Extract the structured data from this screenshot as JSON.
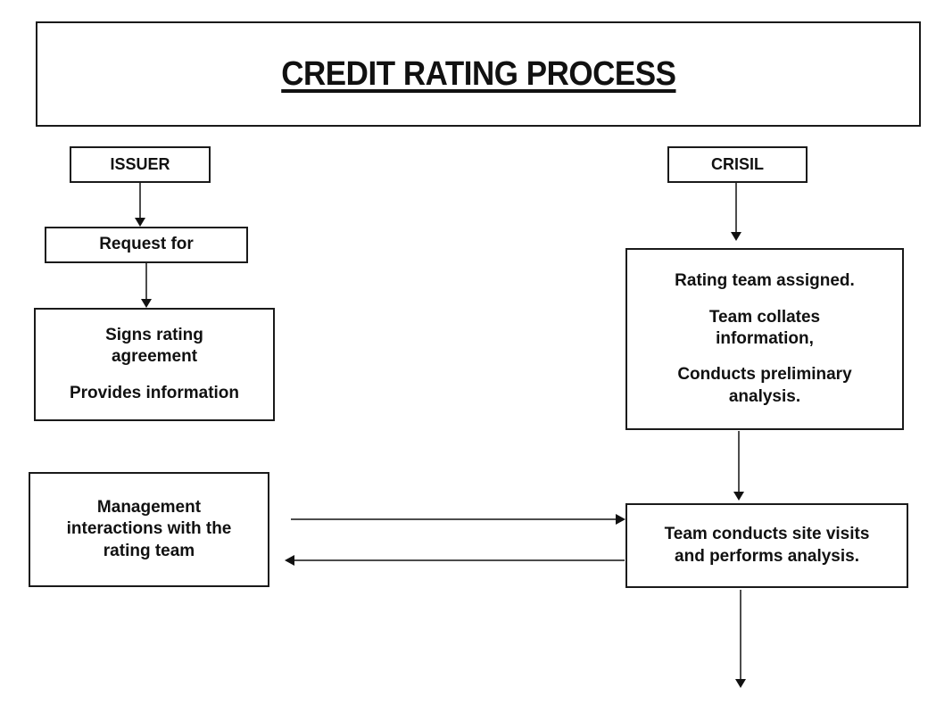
{
  "diagram": {
    "title": "CREDIT RATING PROCESS",
    "nodes": {
      "issuer": {
        "label": "ISSUER"
      },
      "request": {
        "label": "Request for"
      },
      "signs": {
        "line1": "Signs rating",
        "line2": "agreement",
        "line3": "Provides information"
      },
      "management": {
        "line1": "Management",
        "line2": "interactions with the",
        "line3": "rating team"
      },
      "crisil": {
        "label": "CRISIL"
      },
      "rating_team": {
        "line1": "Rating team assigned.",
        "line2": "Team collates",
        "line3": "information,",
        "line4": "Conducts preliminary",
        "line5": "analysis."
      },
      "site_visits": {
        "line1": "Team conducts site visits",
        "line2": "and performs analysis."
      }
    },
    "connectors": [
      {
        "name": "issuer-to-request",
        "from": "issuer",
        "to": "request",
        "direction": "down"
      },
      {
        "name": "request-to-signs",
        "from": "request",
        "to": "signs",
        "direction": "down"
      },
      {
        "name": "crisil-to-rating-team",
        "from": "crisil",
        "to": "rating_team",
        "direction": "down"
      },
      {
        "name": "rating-team-to-site-visits",
        "from": "rating_team",
        "to": "site_visits",
        "direction": "down"
      },
      {
        "name": "management-to-site-visits",
        "from": "management",
        "to": "site_visits",
        "direction": "right"
      },
      {
        "name": "site-visits-to-management",
        "from": "site_visits",
        "to": "management",
        "direction": "left"
      },
      {
        "name": "site-visits-outgoing",
        "from": "site_visits",
        "to": "",
        "direction": "down"
      }
    ],
    "colors": {
      "border": "#1a1a1a",
      "connector": "#4d4d4d",
      "text": "#111111",
      "background": "#ffffff"
    }
  }
}
